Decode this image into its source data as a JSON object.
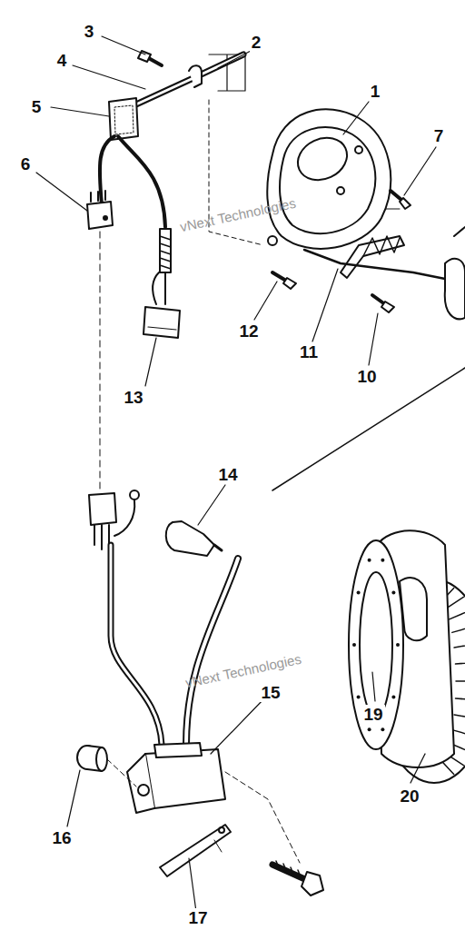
{
  "diagram": {
    "labels": [
      "3",
      "2",
      "4",
      "5",
      "1",
      "7",
      "6",
      "12",
      "11",
      "10",
      "13",
      "14",
      "15",
      "16",
      "17",
      "19",
      "20",
      "vNext Technologies",
      "vNext Technologies"
    ]
  }
}
